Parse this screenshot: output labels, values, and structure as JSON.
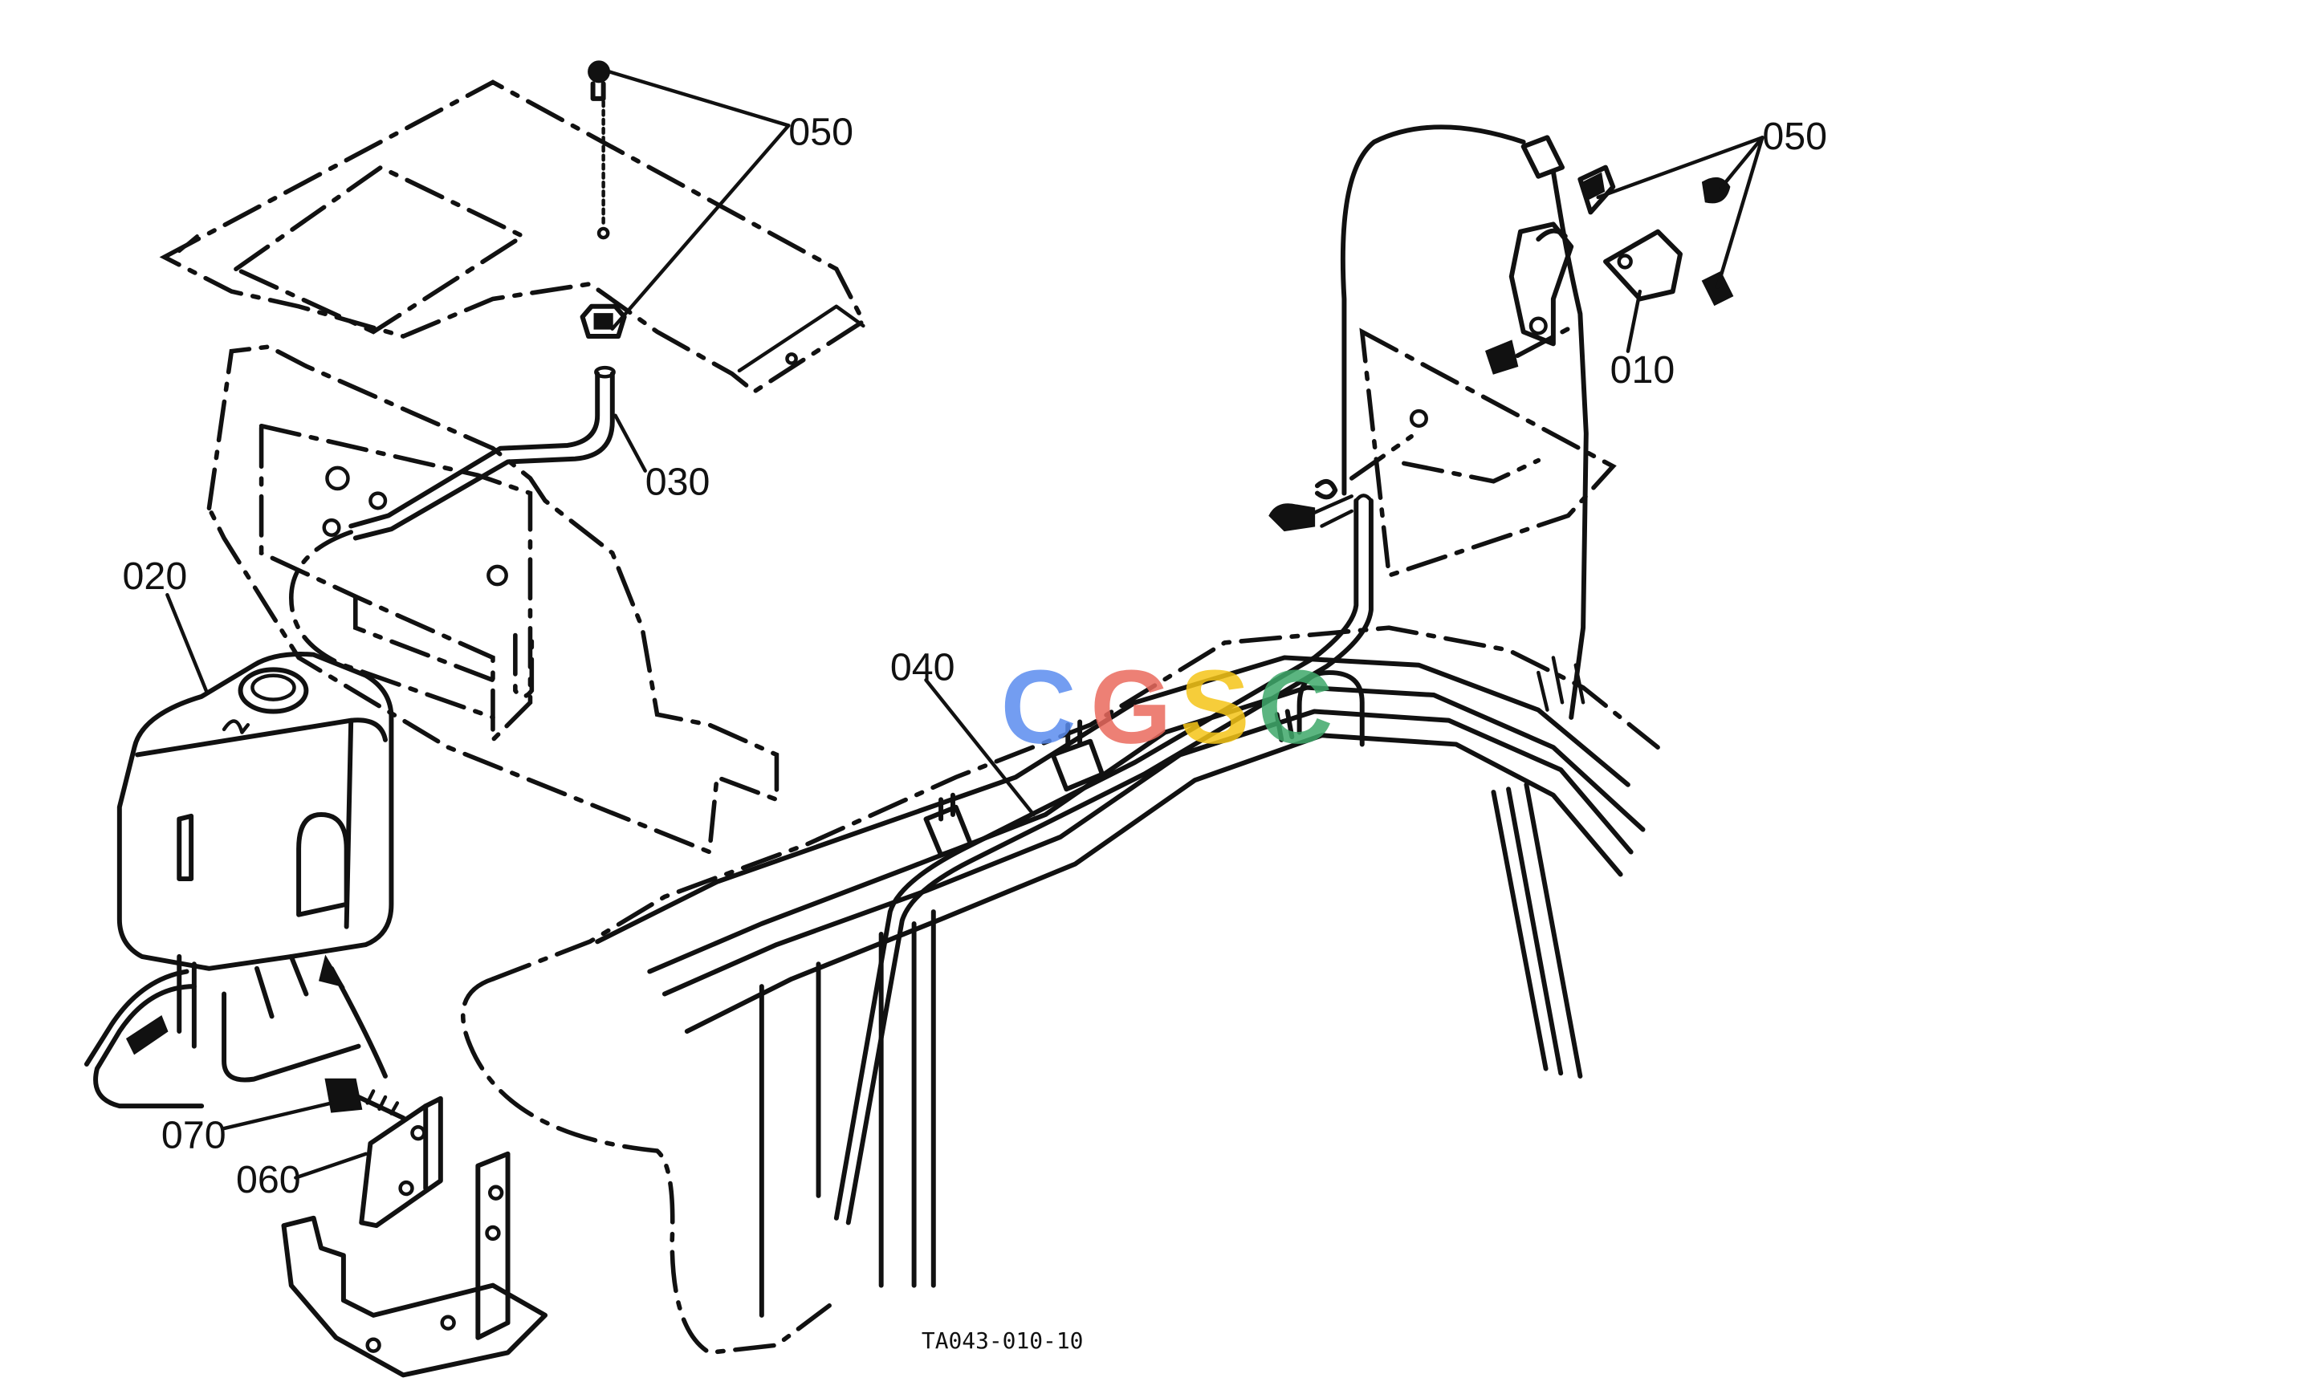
{
  "diagram": {
    "part_labels": {
      "p050_left": "050",
      "p050_right": "050",
      "p010": "010",
      "p030": "030",
      "p020": "020",
      "p040": "040",
      "p070": "070",
      "p060": "060"
    },
    "figure_code": "TA043-010-10",
    "watermark": {
      "letters": [
        "C",
        "G",
        "S",
        "C"
      ],
      "colors": [
        "#5B8DEF",
        "#EA6A5E",
        "#F5C518",
        "#3FA96B"
      ]
    }
  }
}
